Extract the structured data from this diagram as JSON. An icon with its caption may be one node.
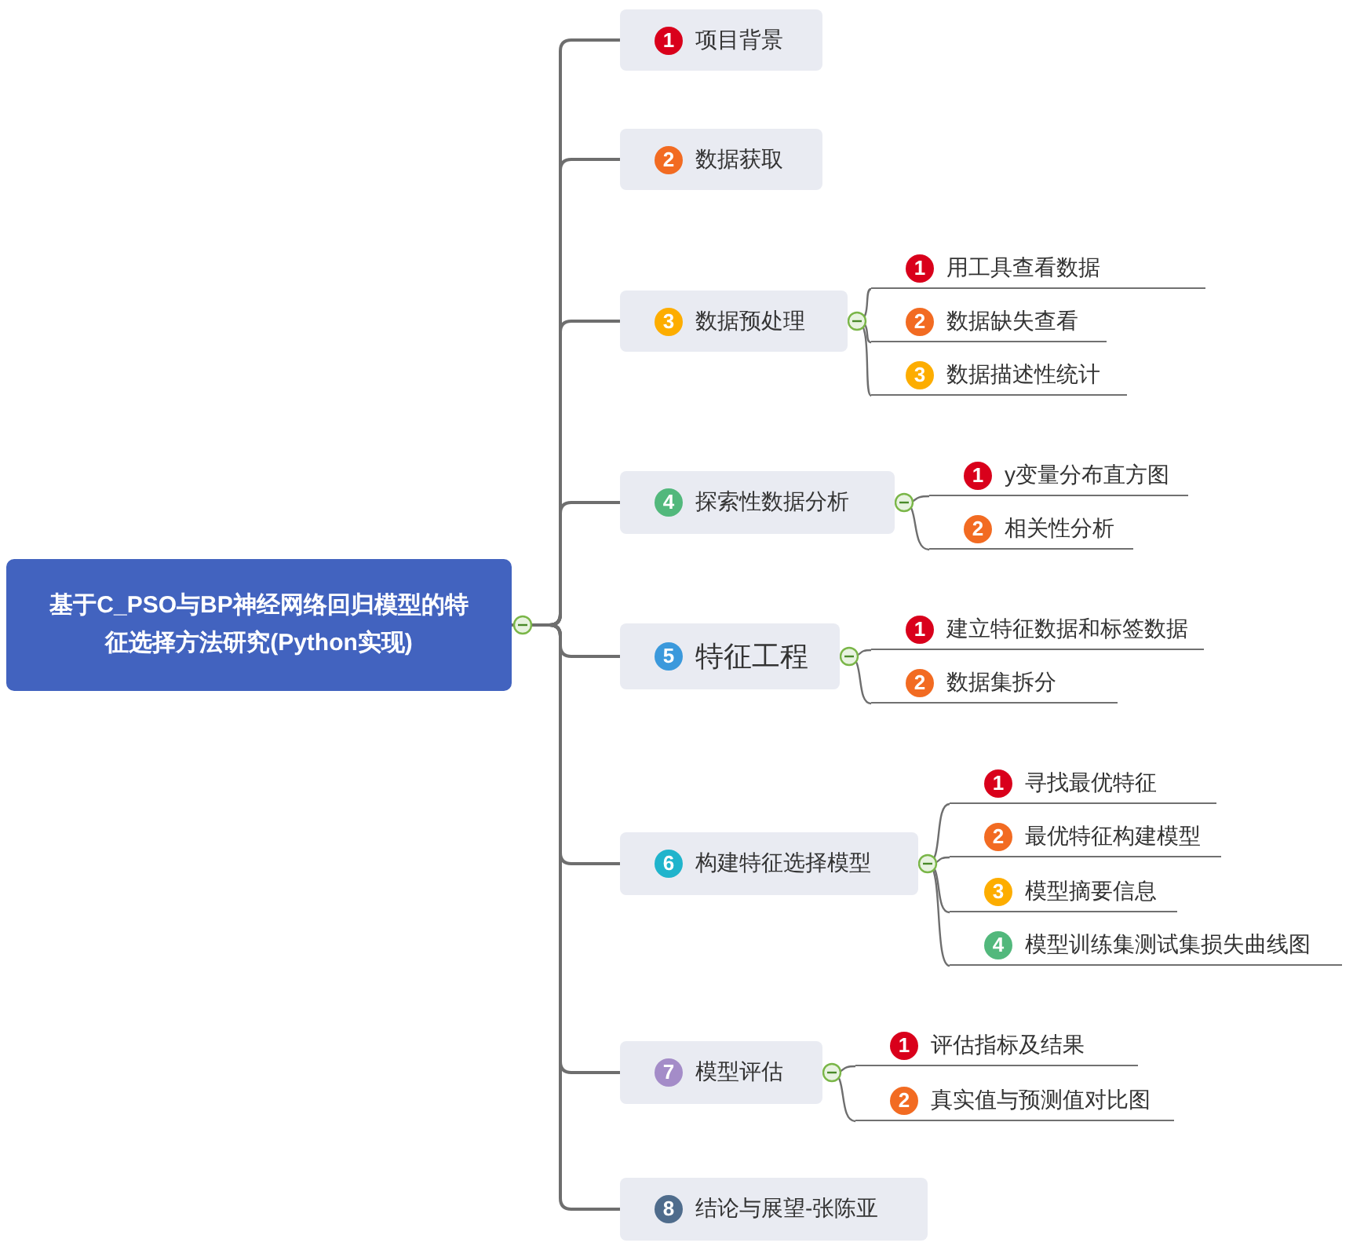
{
  "diagram": {
    "nodes": [
      {
        "text": [
          "基于C_PSO与BP神经网络回归模型的特征选择方法研究(Python实现)"
        ]
      },
      {
        "text": [
          "1",
          "项目背景"
        ]
      },
      {
        "text": [
          "2",
          "数据获取"
        ]
      },
      {
        "text": [
          "3",
          "数据预处理"
        ]
      },
      {
        "text": [
          "1",
          "用工具查看数据"
        ]
      },
      {
        "text": [
          "2",
          "数据缺失查看"
        ]
      },
      {
        "text": [
          "3",
          "数据描述性统计"
        ]
      },
      {
        "text": [
          "4",
          "探索性数据分析"
        ]
      },
      {
        "text": [
          "1",
          "y变量分布直方图"
        ]
      },
      {
        "text": [
          "2",
          "相关性分析"
        ]
      },
      {
        "text": [
          "5",
          "特征工程"
        ]
      },
      {
        "text": [
          "1",
          "建立特征数据和标签数据"
        ]
      },
      {
        "text": [
          "2",
          "数据集拆分"
        ]
      },
      {
        "text": [
          "6",
          "构建特征选择模型"
        ]
      },
      {
        "text": [
          "1",
          "寻找最优特征"
        ]
      },
      {
        "text": [
          "2",
          "最优特征构建模型"
        ]
      },
      {
        "text": [
          "3",
          "模型摘要信息"
        ]
      },
      {
        "text": [
          "4",
          "模型训练集测试集损失曲线图"
        ]
      },
      {
        "text": [
          "7",
          "模型评估"
        ]
      },
      {
        "text": [
          "1",
          "评估指标及结果"
        ]
      },
      {
        "text": [
          "2",
          "真实值与预测值对比图"
        ]
      },
      {
        "text": [
          "8",
          "结论与展望-张陈亚"
        ]
      }
    ],
    "edges": [
      {
        "from": 0,
        "to": 1,
        "arrow": "none"
      },
      {
        "from": 0,
        "to": 2,
        "arrow": "none"
      },
      {
        "from": 0,
        "to": 3,
        "arrow": "none"
      },
      {
        "from": 3,
        "to": 4,
        "arrow": "none"
      },
      {
        "from": 3,
        "to": 5,
        "arrow": "none"
      },
      {
        "from": 3,
        "to": 6,
        "arrow": "none"
      },
      {
        "from": 0,
        "to": 7,
        "arrow": "none"
      },
      {
        "from": 7,
        "to": 8,
        "arrow": "none"
      },
      {
        "from": 7,
        "to": 9,
        "arrow": "none"
      },
      {
        "from": 0,
        "to": 10,
        "arrow": "none"
      },
      {
        "from": 10,
        "to": 11,
        "arrow": "none"
      },
      {
        "from": 10,
        "to": 12,
        "arrow": "none"
      },
      {
        "from": 0,
        "to": 13,
        "arrow": "none"
      },
      {
        "from": 13,
        "to": 14,
        "arrow": "none"
      },
      {
        "from": 13,
        "to": 15,
        "arrow": "none"
      },
      {
        "from": 13,
        "to": 16,
        "arrow": "none"
      },
      {
        "from": 13,
        "to": 17,
        "arrow": "none"
      },
      {
        "from": 0,
        "to": 18,
        "arrow": "none"
      },
      {
        "from": 18,
        "to": 19,
        "arrow": "none"
      },
      {
        "from": 18,
        "to": 20,
        "arrow": "none"
      },
      {
        "from": 0,
        "to": 21,
        "arrow": "none"
      }
    ]
  }
}
